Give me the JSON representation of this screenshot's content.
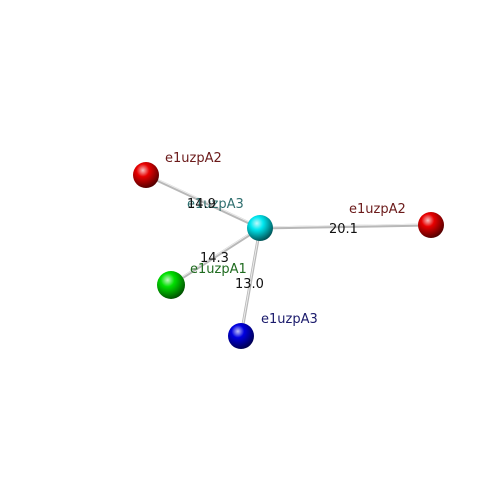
{
  "chart_data": {
    "type": "network",
    "nodes": [
      {
        "id": "center",
        "label": "e1uzpA3",
        "label_color": "#2f6f6f",
        "color": "#00e8f0"
      },
      {
        "id": "red_left",
        "label": "e1uzpA2",
        "label_color": "#6b1a1a",
        "color": "#e80000"
      },
      {
        "id": "red_right",
        "label": "e1uzpA2",
        "label_color": "#6b1a1a",
        "color": "#e80000"
      },
      {
        "id": "green",
        "label": "e1uzpA1",
        "label_color": "#1f6b1f",
        "color": "#00e000"
      },
      {
        "id": "blue",
        "label": "e1uzpA3",
        "label_color": "#1a1a6b",
        "color": "#0000e0"
      }
    ],
    "edges": [
      {
        "source": "center",
        "target": "red_left",
        "value": "14.9"
      },
      {
        "source": "center",
        "target": "red_right",
        "value": "20.1"
      },
      {
        "source": "center",
        "target": "green",
        "value": "14.3"
      },
      {
        "source": "center",
        "target": "blue",
        "value": "13.0"
      }
    ]
  }
}
